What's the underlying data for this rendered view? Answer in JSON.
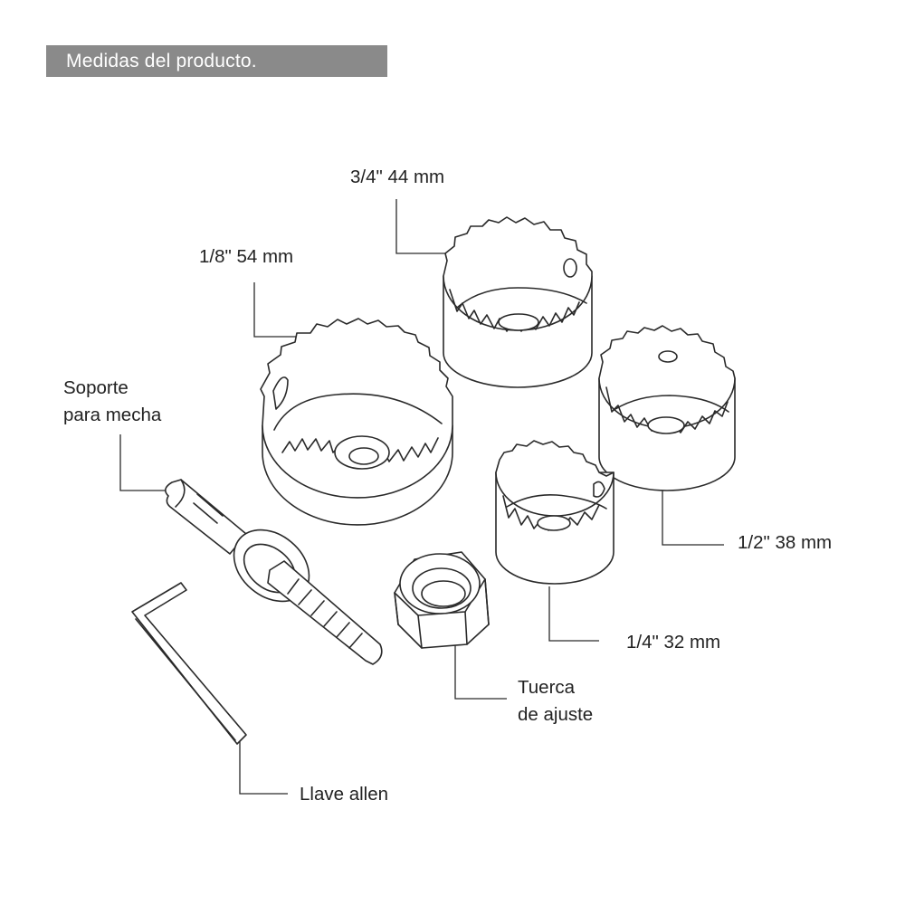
{
  "header": {
    "title": "Medidas del producto."
  },
  "labels": {
    "saw_44": "3/4\" 44 mm",
    "saw_54": "1/8\" 54 mm",
    "saw_38": "1/2\" 38 mm",
    "saw_32": "1/4\" 32 mm",
    "mandrel_line1": "Soporte",
    "mandrel_line2": "para mecha",
    "nut_line1": "Tuerca",
    "nut_line2": "de ajuste",
    "allen": "Llave allen"
  }
}
